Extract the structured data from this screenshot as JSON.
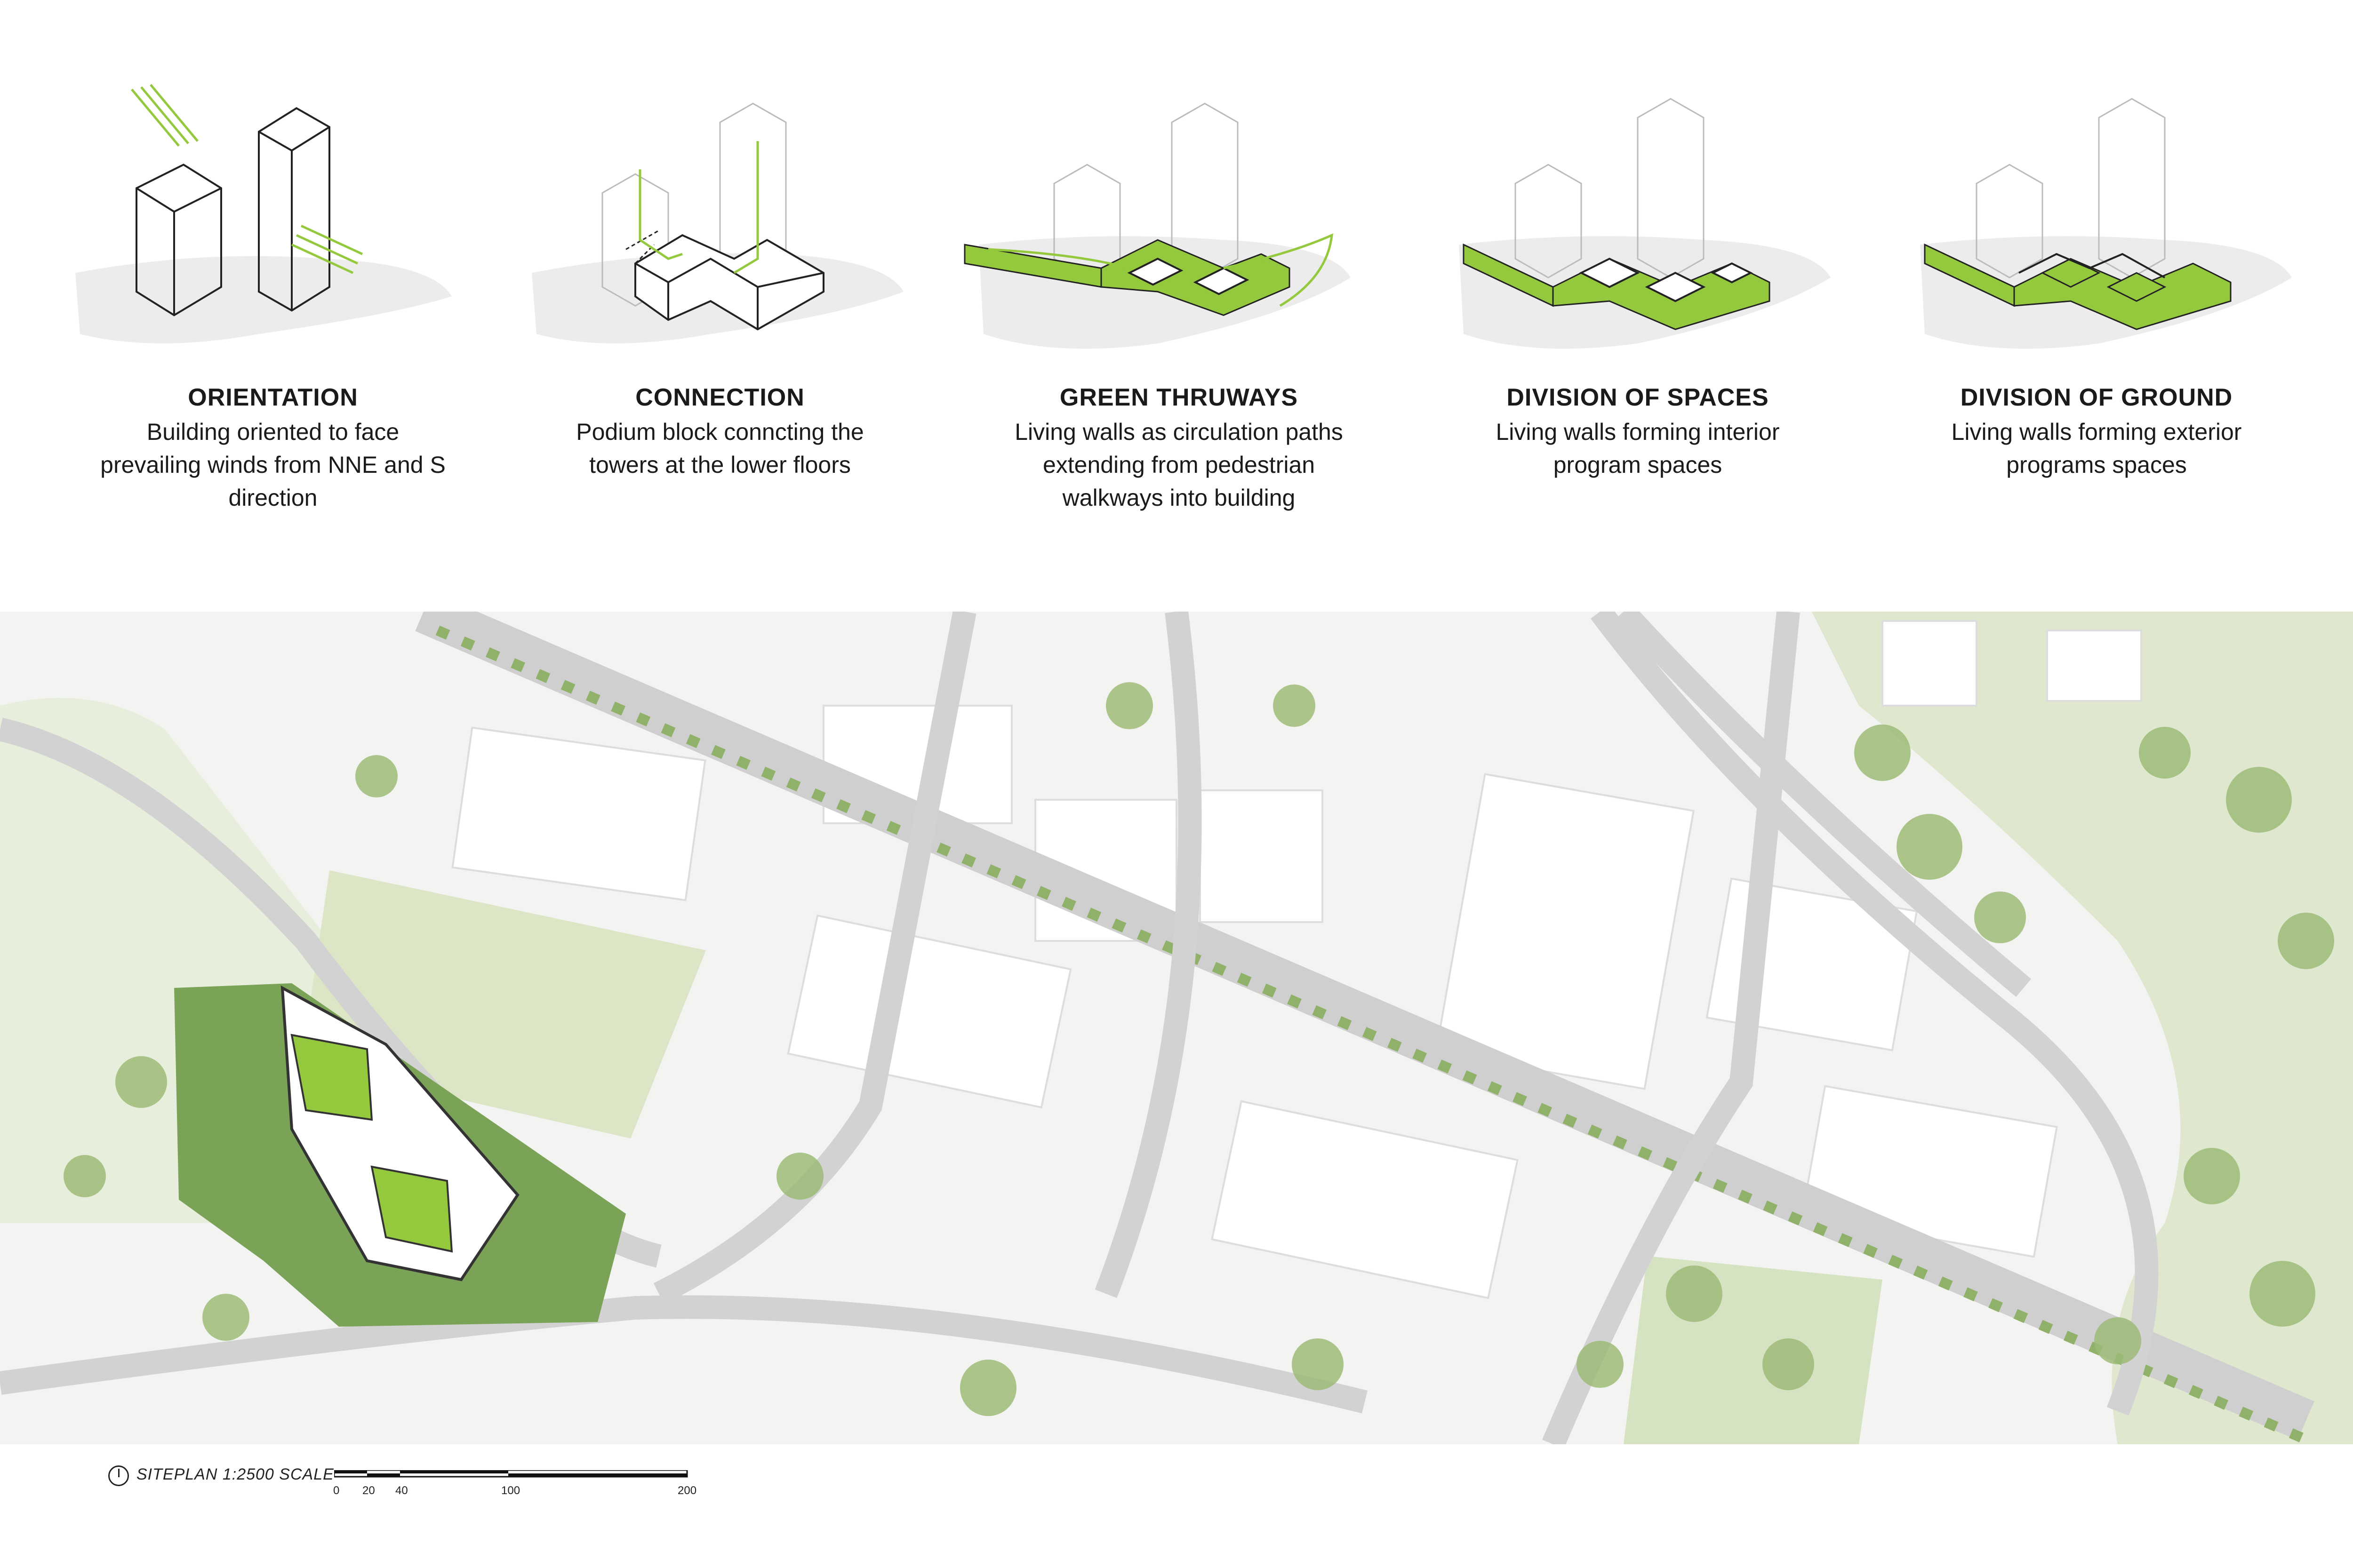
{
  "diagrams": [
    {
      "title": "ORIENTATION",
      "lines": [
        "Building oriented to face",
        "prevailing winds from NNE and S",
        "direction"
      ]
    },
    {
      "title": "CONNECTION",
      "lines": [
        "Podium block conncting the",
        "towers at the lower floors"
      ]
    },
    {
      "title": "GREEN THRUWAYS",
      "lines": [
        "Living walls as circulation paths",
        "extending from pedestrian",
        "walkways into building"
      ]
    },
    {
      "title": "DIVISION OF SPACES",
      "lines": [
        "Living walls forming interior",
        "program spaces"
      ]
    },
    {
      "title": "DIVISION OF GROUND",
      "lines": [
        "Living walls forming exterior",
        "programs spaces"
      ]
    }
  ],
  "scale": {
    "title": "SITEPLAN 1:2500 SCALE",
    "ticks": [
      "0",
      "20",
      "40",
      "100",
      "200"
    ]
  },
  "colors": {
    "accent_green": "#95c93d",
    "park_green": "#dfe8cf",
    "tree_green": "#8fb16a",
    "road_gray": "#cfcfcf",
    "building_white": "#ffffff",
    "ground_gray": "#ececec"
  }
}
